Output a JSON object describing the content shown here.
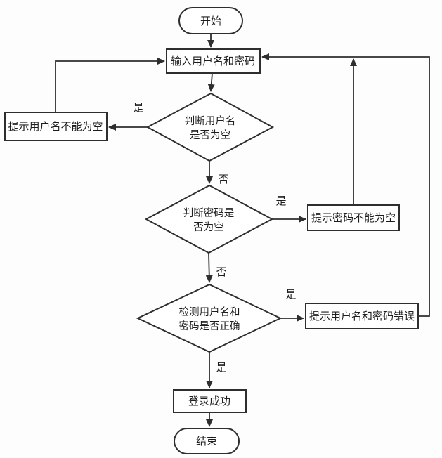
{
  "diagram": {
    "type": "flowchart",
    "nodes": {
      "start": {
        "label": "开始",
        "shape": "stadium"
      },
      "input": {
        "label": "输入用户名和密码",
        "shape": "rectangle"
      },
      "check_username": {
        "line1": "判断用户名",
        "line2": "是否为空",
        "shape": "diamond"
      },
      "prompt_username_empty": {
        "label": "提示用户名不能为空",
        "shape": "rectangle"
      },
      "check_password": {
        "line1": "判断密码是",
        "line2": "否为空",
        "shape": "diamond"
      },
      "prompt_password_empty": {
        "label": "提示密码不能为空",
        "shape": "rectangle"
      },
      "check_credentials": {
        "line1": "检测用户名和",
        "line2": "密码是否正确",
        "shape": "diamond"
      },
      "prompt_credentials_wrong": {
        "label": "提示用户名和密码错误",
        "shape": "rectangle"
      },
      "login_success": {
        "label": "登录成功",
        "shape": "rectangle"
      },
      "end": {
        "label": "结束",
        "shape": "stadium"
      }
    },
    "edge_labels": {
      "username_empty_yes": "是",
      "username_empty_no": "否",
      "password_empty_yes": "是",
      "password_empty_no": "否",
      "credentials_wrong_yes": "是",
      "credentials_correct_yes": "是"
    },
    "colors": {
      "stroke": "#2e2e2e",
      "node_fill": "#ffffff",
      "background": "#fdfdfd"
    }
  }
}
